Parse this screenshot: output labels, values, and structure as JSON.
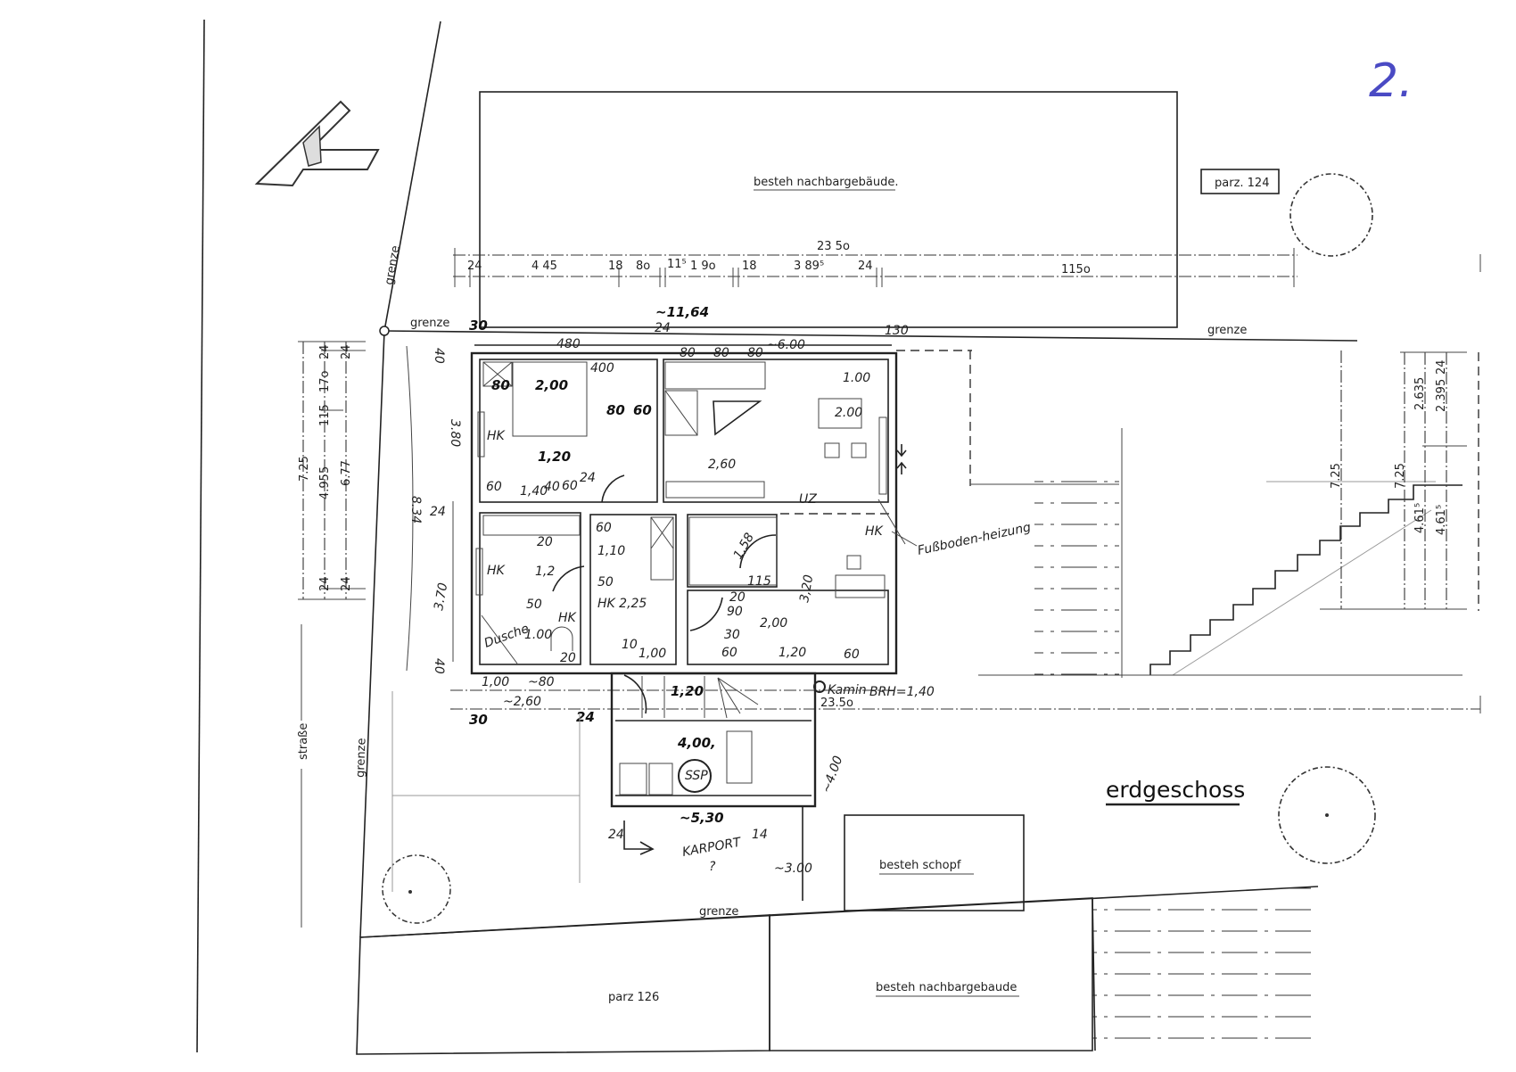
{
  "sheet": {
    "page_number": "2.",
    "title": "erdgeschoss",
    "colors": {
      "ink": "#222222",
      "page_number": "#4a4ac4"
    }
  },
  "site": {
    "street": "straße",
    "boundary_labels": [
      "grenze",
      "grenze",
      "grenze",
      "grenze",
      "grenze"
    ],
    "neighbour_top": "besteh nachbargebäude.",
    "neighbour_bottom": "besteh nachbargebaude",
    "shed": "besteh schopf",
    "parcel_top": "parz. 124",
    "parcel_bottom": "parz 126"
  },
  "top_dimensions": {
    "overall": "23 5o",
    "segments": [
      "24",
      "4 45",
      "18",
      "8o",
      "11⁵",
      "1 9o",
      "18",
      "3 89⁵",
      "24",
      "115o"
    ],
    "handwritten": "~11,64",
    "house": [
      "30",
      "480",
      "24",
      "~6.00",
      "130"
    ]
  },
  "left_dimensions": [
    "7.25",
    "4.955",
    "6.77",
    "24",
    "17o",
    "115",
    "24",
    "24",
    "24",
    "8.34",
    "3.80",
    "24",
    "3.70",
    "40",
    "40"
  ],
  "right_dimensions": [
    "7.25",
    "7.25",
    "2.635",
    "2.395",
    "24",
    "4.61⁵",
    "4.61⁵"
  ],
  "rooms": {
    "bedroom": [
      "80",
      "2,00",
      "400",
      "HK",
      "1,20",
      "60",
      "1,40",
      "40",
      "60",
      "24",
      "80",
      "60"
    ],
    "living": [
      "80",
      "80",
      "80",
      "1.00",
      "2.00",
      "2,60",
      "UZ"
    ],
    "bath": [
      "20",
      "HK",
      "1,2",
      "50",
      "HK",
      "Dusche",
      "1.00",
      "20"
    ],
    "hall": [
      "60",
      "1,10",
      "50",
      "HK 2,25",
      "10",
      "1,00"
    ],
    "wc": [
      "1,58",
      "115"
    ],
    "kitchen": [
      "20",
      "90",
      "30",
      "2,00",
      "3,20",
      "60",
      "1,20",
      "60",
      "HK"
    ],
    "floor_heating_note": "Fußboden-heizung"
  },
  "lower": {
    "row1": [
      "1,00",
      "~80"
    ],
    "width": "~2,60",
    "left_marks": [
      "30",
      "24"
    ],
    "stair": "1,20",
    "chimney": "Kamin",
    "sill": "BRH=1,40",
    "level": "23.5o",
    "utility_length": "4,00,",
    "boiler": "SSP",
    "utility_depth": "~4.00",
    "utility_width": "~5,30",
    "utility_marks": [
      "24",
      "14"
    ],
    "carport": "KARPORT",
    "carport_note": "?",
    "carport_depth": "~3.00"
  }
}
